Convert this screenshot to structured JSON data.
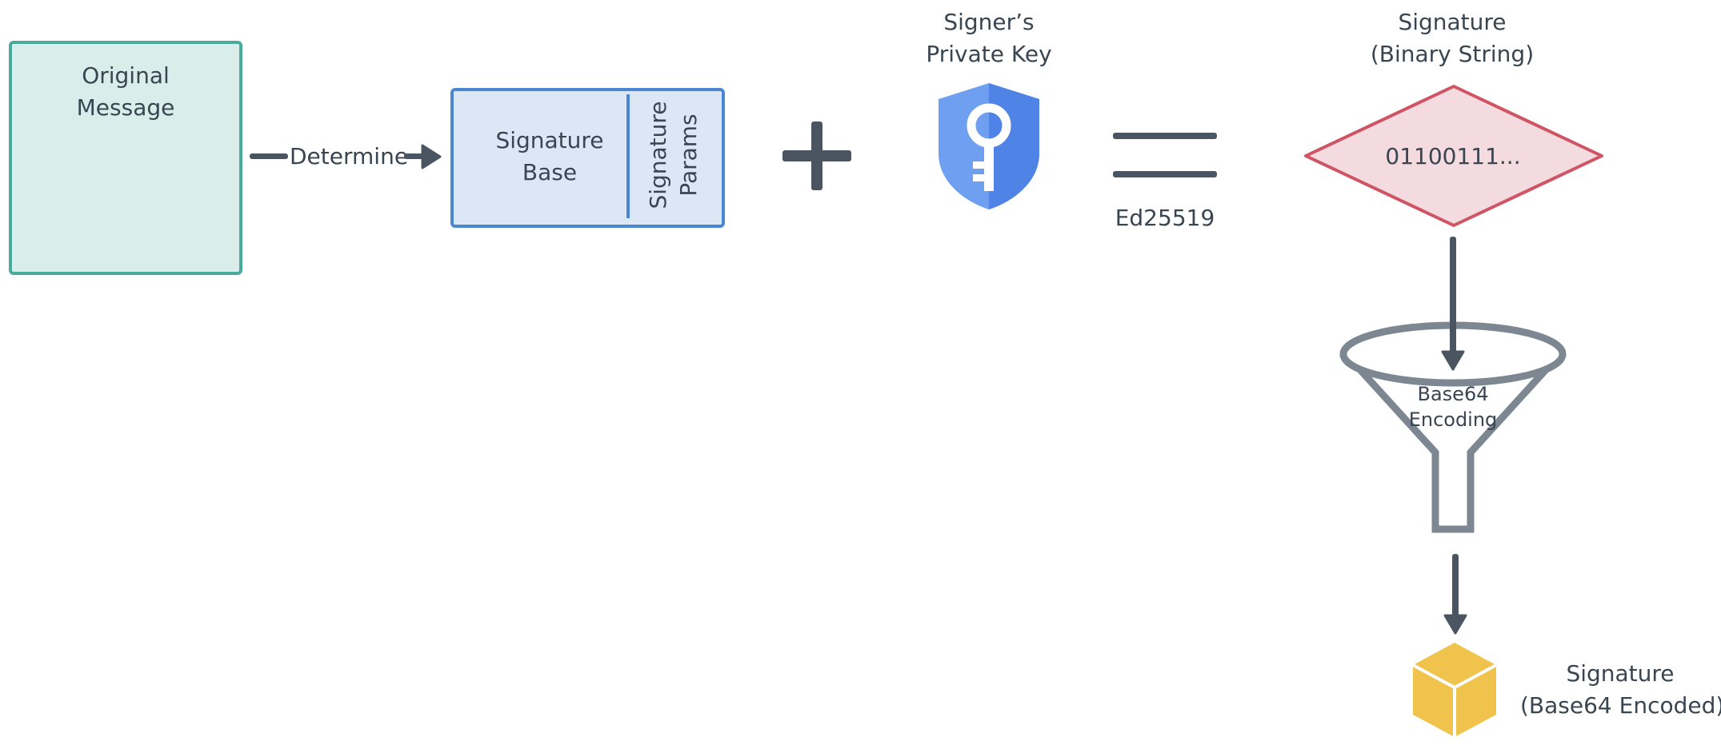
{
  "original_message": {
    "line1": "Original",
    "line2": "Message"
  },
  "determine_label": "Determine",
  "signature_base": {
    "line1": "Signature",
    "line2": "Base"
  },
  "signature_params": {
    "line1": "Signature",
    "line2": "Params"
  },
  "private_key": {
    "line1": "Signer’s",
    "line2": "Private Key"
  },
  "algorithm": "Ed25519",
  "binary_signature": {
    "line1": "Signature",
    "line2": "(Binary String)",
    "value": "01100111..."
  },
  "encoding": {
    "line1": "Base64",
    "line2": "Encoding"
  },
  "encoded_signature": {
    "line1": "Signature",
    "line2": "(Base64 Encoded)"
  },
  "colors": {
    "message_fill": "#d9eeea",
    "message_border": "#4aaa9c",
    "base_fill": "#dce7f6",
    "base_border": "#4a86d2",
    "key_shield": "#5a8de8",
    "diamond_fill": "#f3dbdf",
    "diamond_border": "#cf5565",
    "funnel": "#7d8791",
    "cube": "#f0c44c",
    "arrows": "#4a5561"
  },
  "icons": [
    "key-shield-icon",
    "funnel-icon",
    "cube-icon",
    "plus-icon",
    "equals-icon"
  ]
}
